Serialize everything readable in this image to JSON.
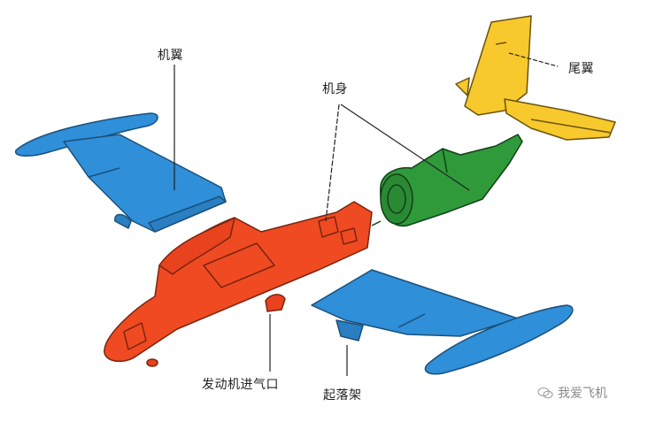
{
  "diagram": {
    "type": "exploded-view",
    "subject": "aircraft structure",
    "labels": {
      "wing": "机翼",
      "tail": "尾翼",
      "fuselage": "机身",
      "engine_intake": "发动机进气口",
      "landing_gear": "起落架"
    },
    "parts": [
      {
        "id": "left-wing",
        "label_key": "wing",
        "color": "#2f8fd8"
      },
      {
        "id": "right-wing",
        "color": "#2f8fd8"
      },
      {
        "id": "front-fuselage",
        "label_key": "fuselage",
        "color": "#f04a22"
      },
      {
        "id": "rear-fuselage",
        "label_key": "fuselage",
        "color": "#2f9a3a"
      },
      {
        "id": "tail-assembly",
        "label_key": "tail",
        "color": "#f7c92c"
      }
    ],
    "watermark": "我爱飞机"
  }
}
